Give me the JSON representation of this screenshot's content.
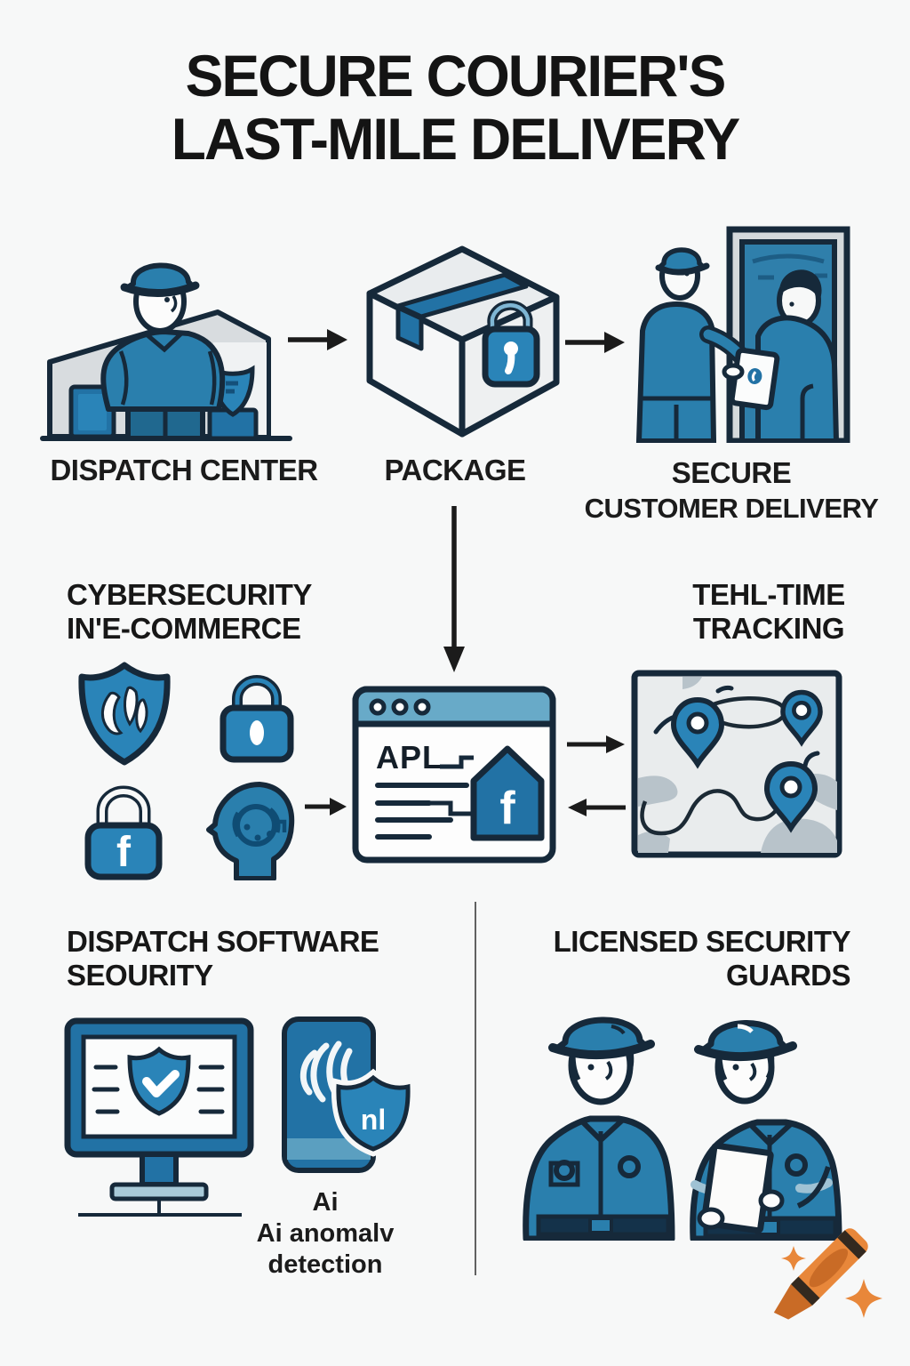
{
  "title": {
    "line1": "SECURE COURIER'S",
    "line2": "LAST-MILE DELIVERY"
  },
  "flow_row": {
    "dispatch_center": {
      "label": "DISPATCH CENTER"
    },
    "package": {
      "label": "PACKAGE"
    },
    "secure_delivery": {
      "label_line1": "SECURE",
      "label_line2": "CUSTOMER DELIVERY"
    }
  },
  "cybersecurity": {
    "heading_line1": "CYBERSECURITY",
    "heading_line2": "IN'E-COMMERCE",
    "icons": [
      "shield-icon",
      "padlock-icon",
      "padlock-f-icon",
      "ai-head-icon"
    ],
    "padlock_letter": "f"
  },
  "api_window": {
    "label": "APL",
    "house_letter": "f"
  },
  "tracking": {
    "heading_line1": "TEHL-TIME",
    "heading_line2": "TRACKING",
    "map_pin_count": 3
  },
  "software_security": {
    "heading_line1": "DISPATCH SOFTWARE",
    "heading_line2": "SEOURITY",
    "badge_text": "nl",
    "caption_line1": "Ai",
    "caption_line2": "Ai anomalv",
    "caption_line3": "detection"
  },
  "guards": {
    "heading_line1": "LICENSED SECURITY",
    "heading_line2": "GUARDS",
    "guard_count": 2
  },
  "watermark": {
    "icon": "crayon-icon"
  },
  "colors": {
    "accent_blue": "#2a7fad",
    "medium_blue": "#2272a5",
    "light_blue": "#68aac8",
    "outline_navy": "#16293a",
    "text_black": "#1b1b1b",
    "background": "#f7f8f8",
    "building_gray": "#d8dcdf",
    "map_gray": "#b8c3ca",
    "orange": "#e8873a"
  }
}
